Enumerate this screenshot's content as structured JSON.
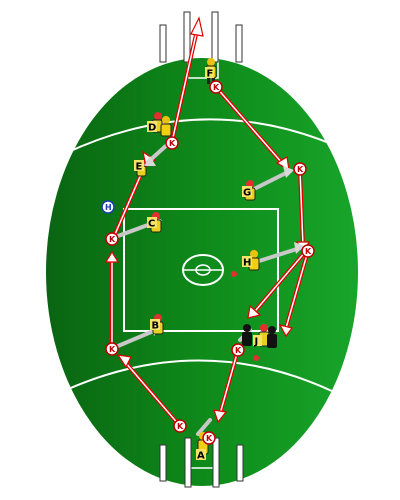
{
  "diagram": {
    "colors": {
      "field_dark": "#0a6a12",
      "field_light": "#18a82a",
      "lines": "#ffffff",
      "kick": "#e00000",
      "handball": "#c8c8c8",
      "post": "#ffffff"
    },
    "players": {
      "A": "A",
      "B": "B",
      "C": "C",
      "D": "D",
      "E": "E",
      "F": "F",
      "G": "G",
      "H": "H",
      "J": "J"
    },
    "kick_marker": "K",
    "handball_marker": "H"
  }
}
